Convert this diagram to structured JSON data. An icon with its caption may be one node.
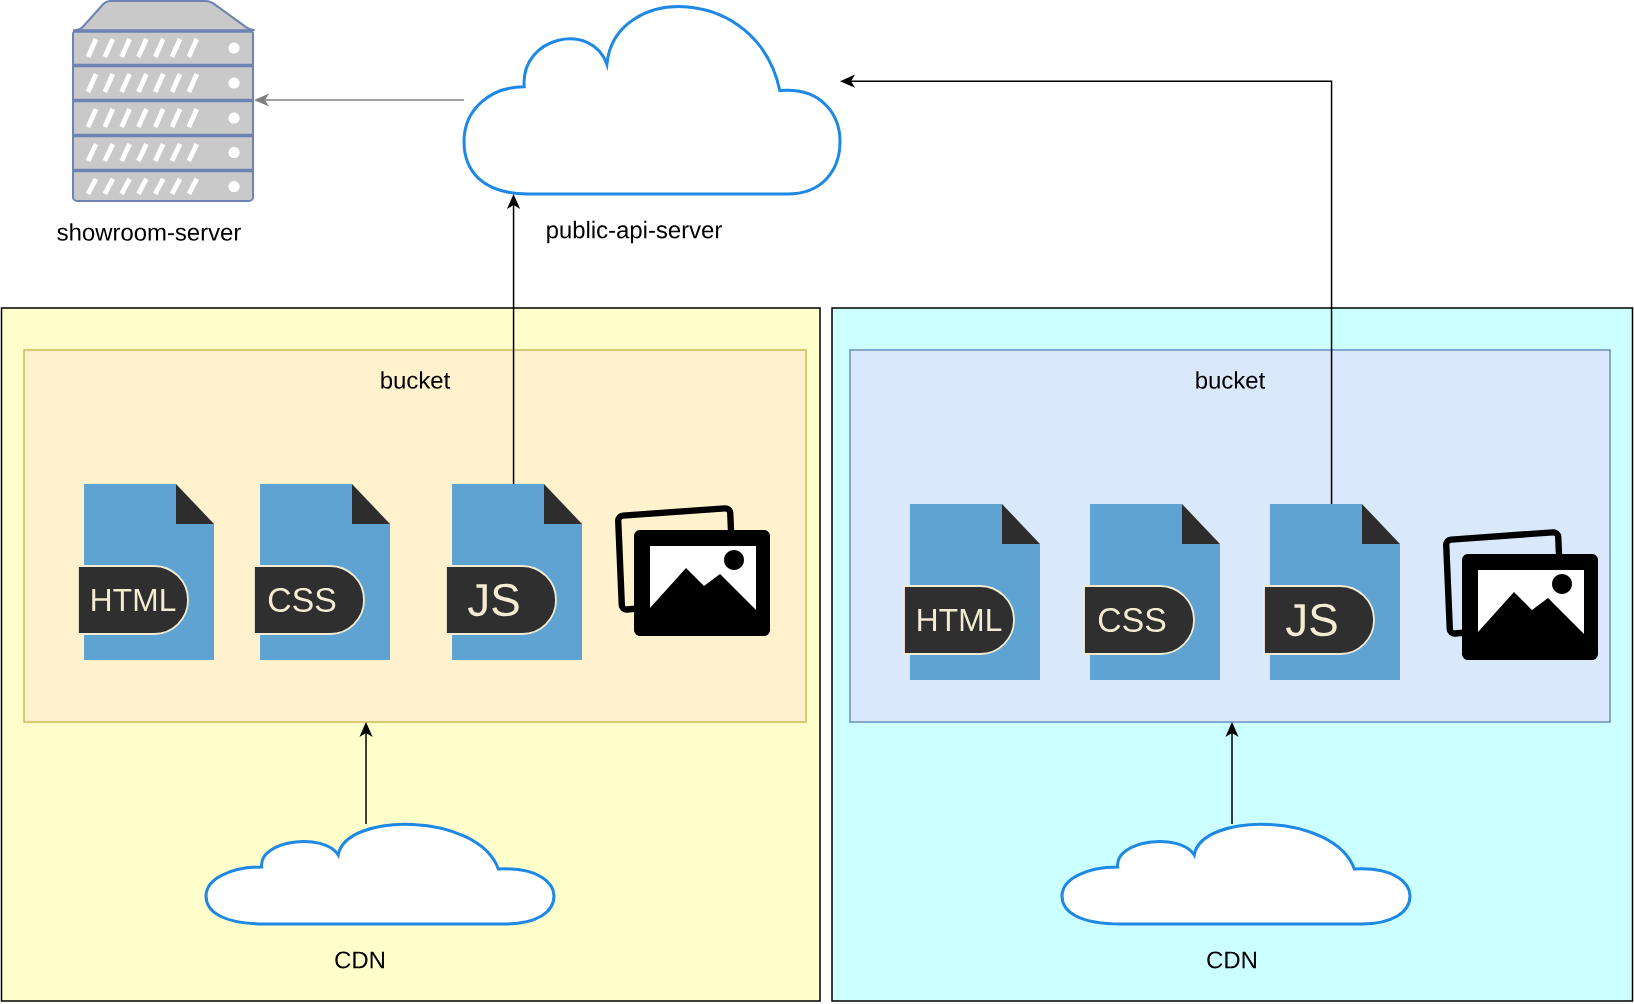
{
  "diagram": {
    "nodes": [
      {
        "text": [
          "showroom-server"
        ]
      },
      {
        "text": [
          "public-api-server"
        ]
      },
      {
        "text": [],
        "shape": "box"
      },
      {
        "text": [
          "bucket"
        ],
        "in": 2
      },
      {
        "text": [
          "HTML"
        ],
        "in": 3
      },
      {
        "text": [
          "CSS"
        ],
        "in": 3
      },
      {
        "text": [
          "JS"
        ],
        "in": 3
      },
      {
        "text": [],
        "shape": "picture",
        "in": 3
      },
      {
        "text": [
          "CDN"
        ],
        "in": 2
      },
      {
        "text": [],
        "shape": "box"
      },
      {
        "text": [
          "bucket"
        ],
        "in": 9
      },
      {
        "text": [
          "HTML"
        ],
        "in": 10
      },
      {
        "text": [
          "CSS"
        ],
        "in": 10
      },
      {
        "text": [
          "JS"
        ],
        "in": 10
      },
      {
        "text": [],
        "shape": "picture",
        "in": 10
      },
      {
        "text": [
          "CDN"
        ],
        "in": 9
      }
    ],
    "edges": [
      {
        "from": 1,
        "to": 0,
        "arrow": "to",
        "color": "#808080"
      },
      {
        "from": 6,
        "to": 1,
        "arrow": "to"
      },
      {
        "from": 13,
        "to": 1,
        "arrow": "to"
      },
      {
        "from": 8,
        "to": 3,
        "arrow": "to"
      },
      {
        "from": 15,
        "to": 10,
        "arrow": "to"
      }
    ]
  }
}
